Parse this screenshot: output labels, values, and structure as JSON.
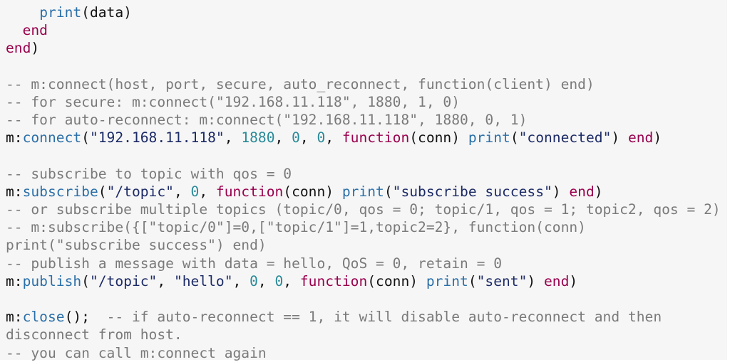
{
  "colors": {
    "comment": "#7a7a7a",
    "function": "#2a6fa8",
    "string": "#1c2a66",
    "number": "#2a8a98",
    "keyword": "#99004d",
    "plain": "#111111",
    "background": "#f6f6f6"
  },
  "code_lines": [
    [
      [
        "pl",
        "    "
      ],
      [
        "fn",
        "print"
      ],
      [
        "pl",
        "(data)"
      ]
    ],
    [
      [
        "pl",
        "  "
      ],
      [
        "kw",
        "end"
      ]
    ],
    [
      [
        "kw",
        "end"
      ],
      [
        "pl",
        ")"
      ]
    ],
    [],
    [
      [
        "cm",
        "-- m:connect(host, port, secure, auto_reconnect, function(client) end)"
      ]
    ],
    [
      [
        "cm",
        "-- for secure: m:connect(\"192.168.11.118\", 1880, 1, 0)"
      ]
    ],
    [
      [
        "cm",
        "-- for auto-reconnect: m:connect(\"192.168.11.118\", 1880, 0, 1)"
      ]
    ],
    [
      [
        "pl",
        "m:"
      ],
      [
        "fn",
        "connect"
      ],
      [
        "pl",
        "("
      ],
      [
        "str",
        "\"192.168.11.118\""
      ],
      [
        "pl",
        ", "
      ],
      [
        "num",
        "1880"
      ],
      [
        "pl",
        ", "
      ],
      [
        "num",
        "0"
      ],
      [
        "pl",
        ", "
      ],
      [
        "num",
        "0"
      ],
      [
        "pl",
        ", "
      ],
      [
        "kw",
        "function"
      ],
      [
        "pl",
        "(conn) "
      ],
      [
        "fn",
        "print"
      ],
      [
        "pl",
        "("
      ],
      [
        "str",
        "\"connected\""
      ],
      [
        "pl",
        ") "
      ],
      [
        "kw",
        "end"
      ],
      [
        "pl",
        ")"
      ]
    ],
    [],
    [
      [
        "cm",
        "-- subscribe to topic with qos = 0"
      ]
    ],
    [
      [
        "pl",
        "m:"
      ],
      [
        "fn",
        "subscribe"
      ],
      [
        "pl",
        "("
      ],
      [
        "str",
        "\"/topic\""
      ],
      [
        "pl",
        ", "
      ],
      [
        "num",
        "0"
      ],
      [
        "pl",
        ", "
      ],
      [
        "kw",
        "function"
      ],
      [
        "pl",
        "(conn) "
      ],
      [
        "fn",
        "print"
      ],
      [
        "pl",
        "("
      ],
      [
        "str",
        "\"subscribe success\""
      ],
      [
        "pl",
        ") "
      ],
      [
        "kw",
        "end"
      ],
      [
        "pl",
        ")"
      ]
    ],
    [
      [
        "cm",
        "-- or subscribe multiple topics (topic/0, qos = 0; topic/1, qos = 1; topic2, qos = 2)"
      ]
    ],
    [
      [
        "cm",
        "-- m:subscribe({[\"topic/0\"]=0,[\"topic/1\"]=1,topic2=2}, function(conn)"
      ]
    ],
    [
      [
        "cm",
        "print(\"subscribe success\") end)"
      ]
    ],
    [
      [
        "cm",
        "-- publish a message with data = hello, QoS = 0, retain = 0"
      ]
    ],
    [
      [
        "pl",
        "m:"
      ],
      [
        "fn",
        "publish"
      ],
      [
        "pl",
        "("
      ],
      [
        "str",
        "\"/topic\""
      ],
      [
        "pl",
        ", "
      ],
      [
        "str",
        "\"hello\""
      ],
      [
        "pl",
        ", "
      ],
      [
        "num",
        "0"
      ],
      [
        "pl",
        ", "
      ],
      [
        "num",
        "0"
      ],
      [
        "pl",
        ", "
      ],
      [
        "kw",
        "function"
      ],
      [
        "pl",
        "(conn) "
      ],
      [
        "fn",
        "print"
      ],
      [
        "pl",
        "("
      ],
      [
        "str",
        "\"sent\""
      ],
      [
        "pl",
        ") "
      ],
      [
        "kw",
        "end"
      ],
      [
        "pl",
        ")"
      ]
    ],
    [],
    [
      [
        "pl",
        "m:"
      ],
      [
        "fn",
        "close"
      ],
      [
        "pl",
        "();  "
      ],
      [
        "cm",
        "-- if auto-reconnect == 1, it will disable auto-reconnect and then"
      ]
    ],
    [
      [
        "cm",
        "disconnect from host."
      ]
    ],
    [
      [
        "cm",
        "-- you can call m:connect again"
      ]
    ]
  ]
}
